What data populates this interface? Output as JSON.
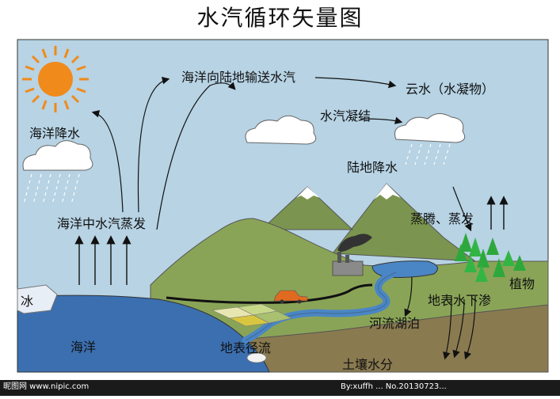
{
  "title": "水汽循环矢量图",
  "labels": {
    "ocean_precip": "海洋降水",
    "ocean_to_land": "海洋向陆地输送水汽",
    "cloud_water": "云水（水凝物）",
    "condensation": "水汽凝结",
    "land_precip": "陆地降水",
    "ocean_evap": "海洋中水汽蒸发",
    "evapotranspiration": "蒸腾、蒸发",
    "ice": "冰",
    "plants": "植物",
    "infiltration": "地表水下渗",
    "rivers_lakes": "河流湖泊",
    "ocean": "海洋",
    "surface_runoff": "地表径流",
    "soil_moisture": "土壤水分"
  },
  "watermark": {
    "left": "昵图网 www.nipic.com",
    "right": "By:xuffh ... No.20130723..."
  },
  "colors": {
    "sky": "#b7d3e4",
    "sea": "#3b6fb0",
    "mountain": "#7f9a50",
    "ground": "#8a7a50",
    "river": "#4a86c5",
    "sun": "#f08a1a"
  }
}
